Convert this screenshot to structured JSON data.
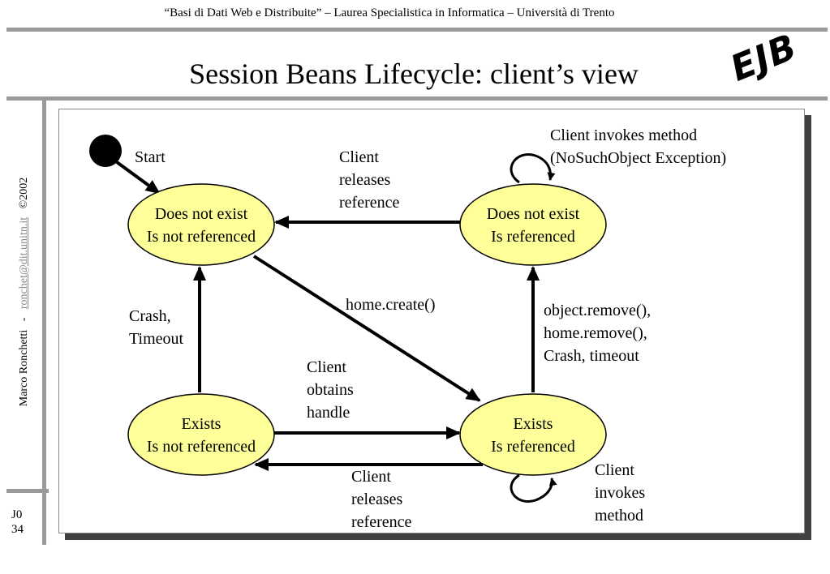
{
  "header": {
    "course": "“Basi di Dati Web e Distribuite” – Laurea Specialistica in Informatica – Università di Trento"
  },
  "title": "Session Beans Lifecycle: client’s view",
  "logo": "EJB",
  "sidebar": {
    "author": "Marco Ronchetti",
    "separator": "-",
    "email": "ronchet@dit.unitn.it",
    "copyright": "©2002"
  },
  "slide": {
    "code": "J0",
    "number": "34"
  },
  "diagram": {
    "start_label": "Start",
    "states": {
      "dne_not_ref": [
        "Does not exist",
        "Is not referenced"
      ],
      "dne_ref": [
        "Does not exist",
        "Is referenced"
      ],
      "exists_not_ref": [
        "Exists",
        "Is not referenced"
      ],
      "exists_ref": [
        "Exists",
        "Is referenced"
      ]
    },
    "labels": {
      "client_releases_top": [
        "Client",
        "releases",
        "reference"
      ],
      "client_invokes_top": [
        "Client invokes method",
        "(NoSuchObject Exception)"
      ],
      "home_create": "home.create()",
      "crash_timeout": [
        "Crash,",
        "Timeout"
      ],
      "remove": [
        "object.remove(),",
        "home.remove(),",
        "Crash, timeout"
      ],
      "client_obtains": [
        "Client",
        "obtains",
        "handle"
      ],
      "client_releases_bottom": [
        "Client",
        "releases",
        "reference"
      ],
      "client_invokes_bottom": [
        "Client",
        "invokes",
        "method"
      ]
    },
    "colors": {
      "state_fill": "#ffff99",
      "stroke": "#000000"
    }
  }
}
